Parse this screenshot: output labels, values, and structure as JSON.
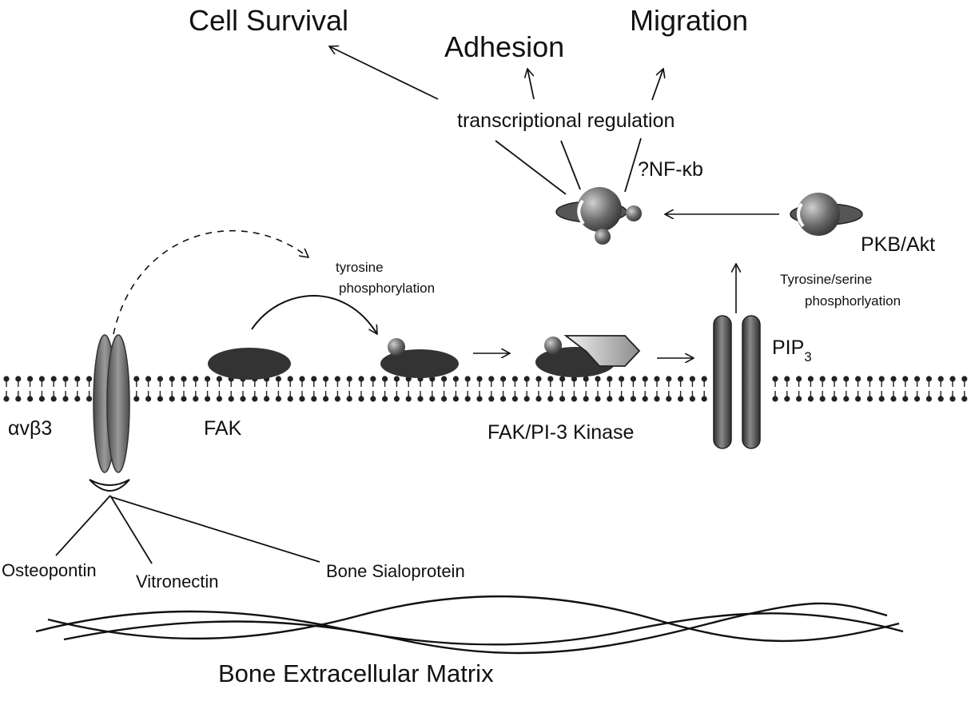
{
  "labels": {
    "cell_survival": "Cell Survival",
    "adhesion": "Adhesion",
    "migration": "Migration",
    "transcriptional_regulation": "transcriptional regulation",
    "nf_kb": "?NF-κb",
    "pkb_akt": "PKB/Akt",
    "tyr_ser_line1": "Tyrosine/serine",
    "tyr_ser_line2": "phosphorlyation",
    "tyrosine_line1": "tyrosine",
    "tyrosine_line2": "phosphorylation",
    "pip3_base": "PIP",
    "pip3_sub": "3",
    "integrin": "αvβ3",
    "fak": "FAK",
    "fak_pi3k": "FAK/PI-3 Kinase",
    "osteopontin": "Osteopontin",
    "vitronectin": "Vitronectin",
    "bone_sialoprotein": "Bone Sialoprotein",
    "matrix": "Bone Extracellular Matrix"
  },
  "colors": {
    "ink": "#111111",
    "protein_dark": "#3a3a3a",
    "protein_mid": "#6f6f6f",
    "protein_light": "#bdbdbd",
    "membrane": "#222222"
  }
}
